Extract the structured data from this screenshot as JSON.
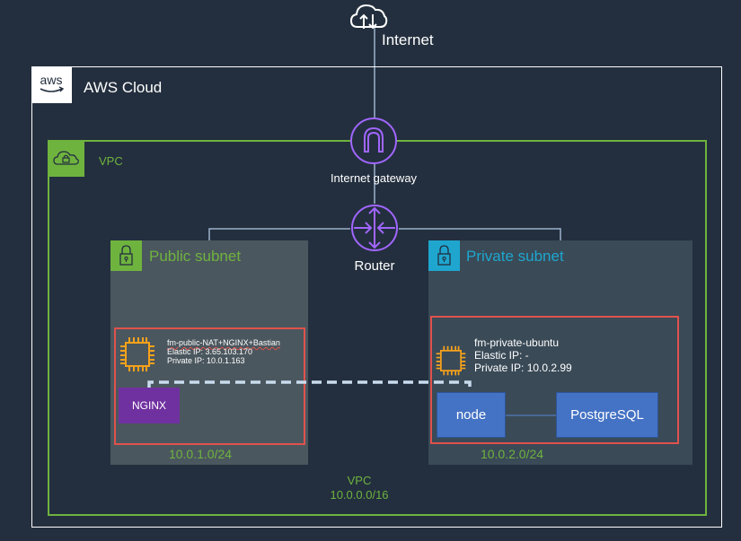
{
  "internet": {
    "label": "Internet",
    "icon": "internet-cloud-icon"
  },
  "aws_cloud": {
    "label": "AWS Cloud",
    "logo_text": "aws"
  },
  "vpc": {
    "label": "VPC",
    "bottom_label": "VPC",
    "cidr": "10.0.0.0/16"
  },
  "internet_gateway": {
    "label": "Internet gateway"
  },
  "router": {
    "label": "Router"
  },
  "public_subnet": {
    "label": "Public subnet",
    "cidr": "10.0.1.0/24",
    "instance": {
      "name": "fm-public-NAT+NGINX+Bastian",
      "elastic_ip": "Elastic IP:  3.65.103.170",
      "private_ip": "Private IP: 10.0.1.163"
    },
    "service": "NGINX"
  },
  "private_subnet": {
    "label": "Private subnet",
    "cidr": "10.0.2.0/24",
    "instance": {
      "name": "fm-private-ubuntu",
      "elastic_ip": "Elastic IP:  -",
      "private_ip": "Private IP: 10.0.2.99"
    },
    "services": [
      "node",
      "PostgreSQL"
    ]
  },
  "colors": {
    "background": "#232f3e",
    "vpc_green": "#6fb33f",
    "private_blue": "#1ea6cf",
    "instance_border": "#e0524c",
    "ec2_orange": "#f7a21b",
    "network_purple": "#a166ff",
    "nginx_purple": "#7031a0",
    "service_blue": "#4472c4"
  }
}
